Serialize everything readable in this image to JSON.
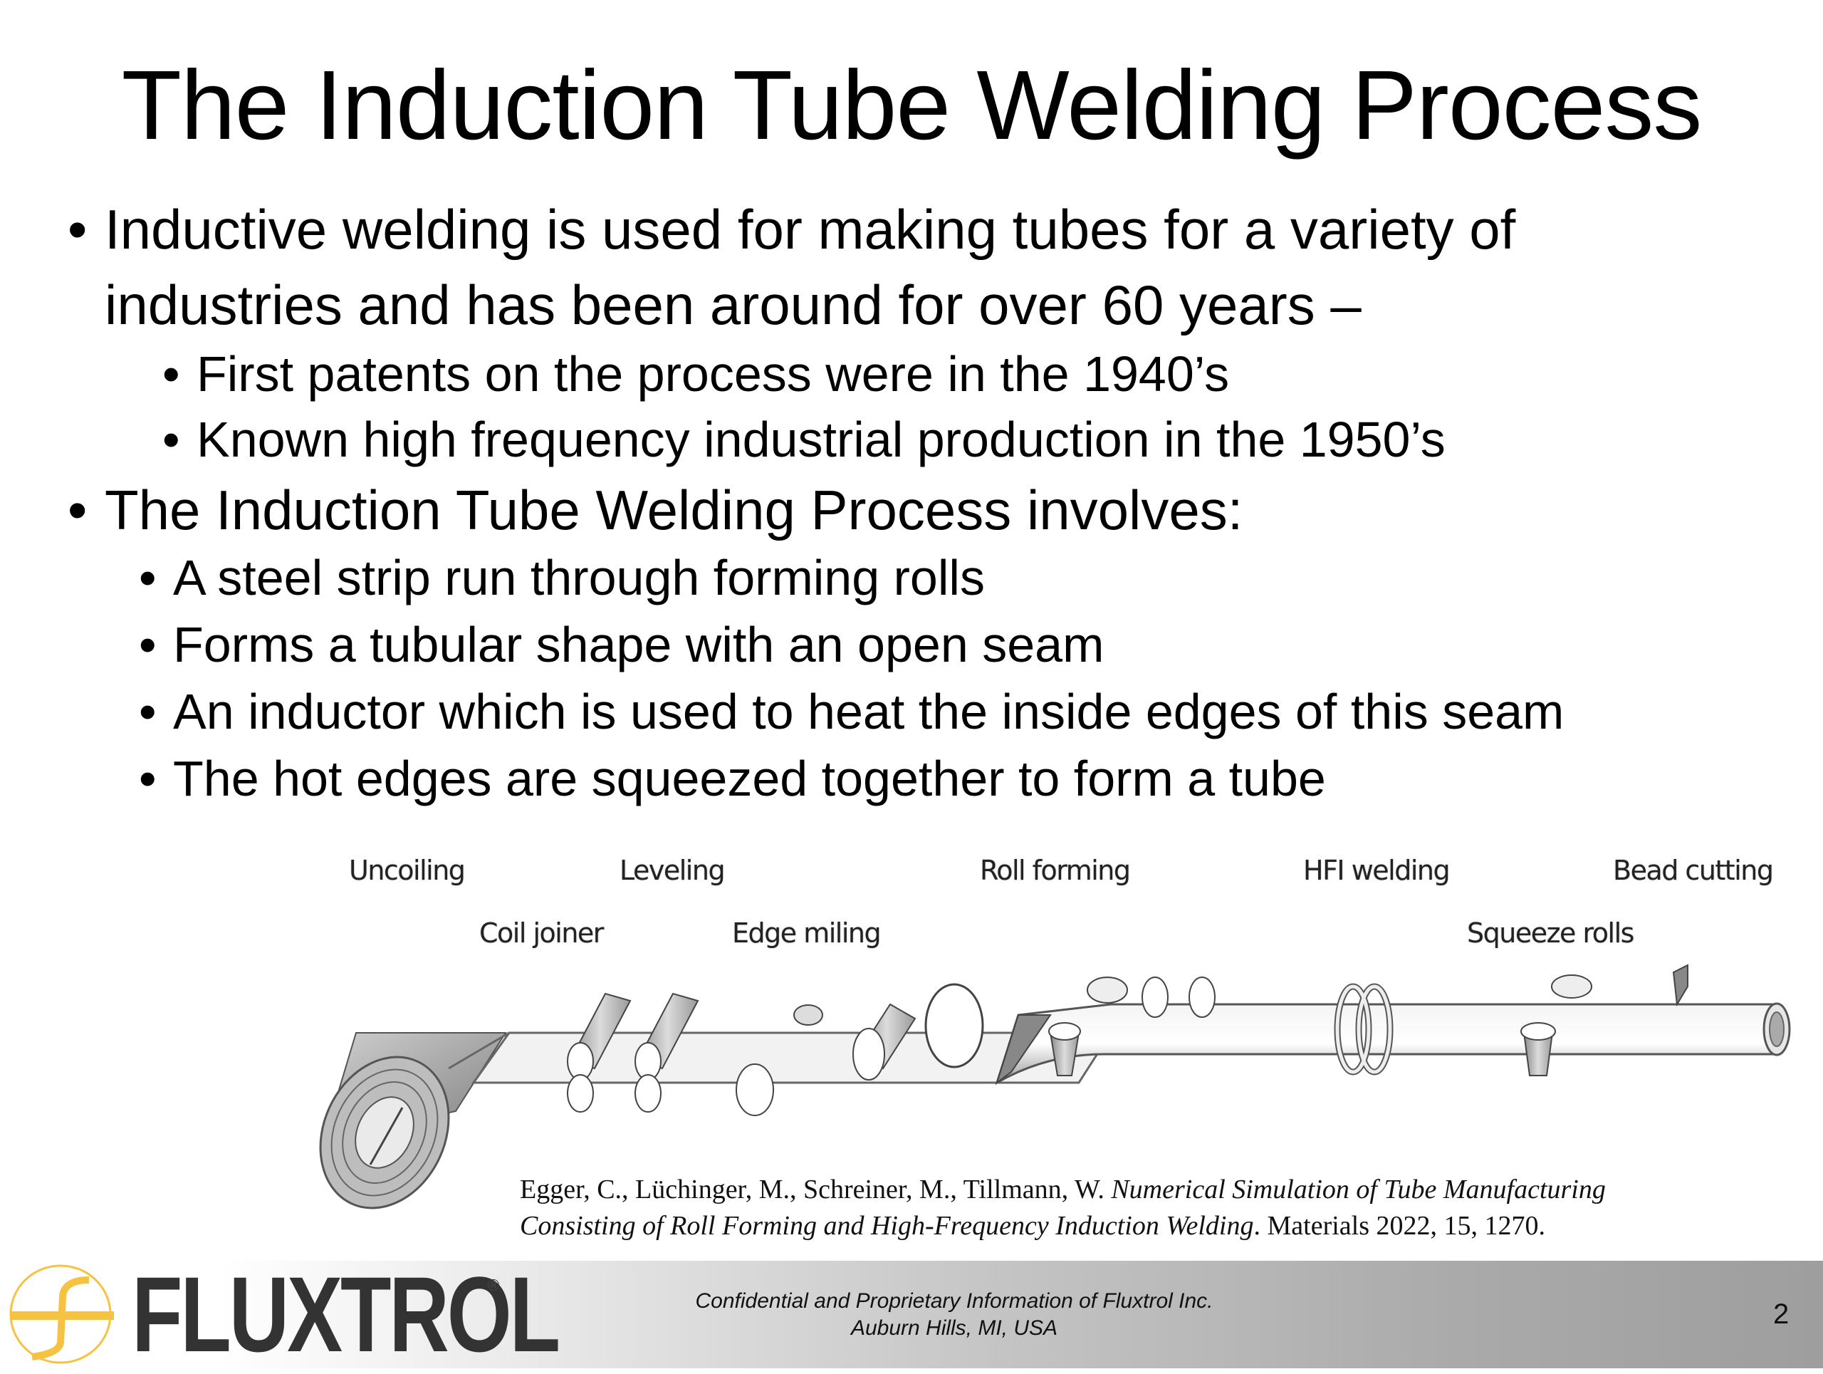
{
  "slide": {
    "title": "The Induction Tube Welding Process",
    "page_number": "2"
  },
  "bullets": [
    {
      "level": 1,
      "lines": [
        "Inductive welding is used for making tubes for a variety of",
        "industries and has been around for over 60 years –"
      ]
    },
    {
      "level": 2,
      "text": "First patents on the process were in the 1940’s"
    },
    {
      "level": 2,
      "text": "Known high frequency industrial production in the 1950’s"
    },
    {
      "level": 1,
      "lines": [
        "The Induction Tube Welding Process involves:"
      ]
    },
    {
      "level": 2,
      "text": "A steel strip run through forming rolls"
    },
    {
      "level": 2,
      "text": "Forms a tubular shape with an open seam"
    },
    {
      "level": 2,
      "text": "An inductor which is used to heat the inside edges of this seam"
    },
    {
      "level": 2,
      "text": "The hot edges are squeezed together to form a tube"
    }
  ],
  "bullet_glyph": "•",
  "diagram": {
    "labels": {
      "uncoiling": "Uncoiling",
      "leveling": "Leveling",
      "roll_forming": "Roll forming",
      "hfi_welding": "HFI welding",
      "bead_cutting": "Bead cutting",
      "coil_joiner": "Coil joiner",
      "edge_milling": "Edge miling",
      "squeeze_rolls": "Squeeze rolls"
    }
  },
  "citation": {
    "authors": "Egger, C., Lüchinger, M., Schreiner, M., Tillmann, W. ",
    "title_line1": "Numerical Simulation of Tube Manufacturing",
    "title_line2": "Consisting of Roll Forming and High-Frequency Induction Welding",
    "journal": ". Materials 2022, 15, 1270."
  },
  "footer": {
    "logo_text": "FLUXTROL",
    "logo_registered": "®",
    "confidential_line1": "Confidential and Proprietary Information of Fluxtrol Inc.",
    "confidential_line2": "Auburn Hills, MI, USA"
  },
  "colors": {
    "logo_gold": "#f5c242",
    "logo_dark": "#333333",
    "footer_gradient_start": "#ffffff",
    "footer_gradient_end": "#9e9e9e"
  }
}
